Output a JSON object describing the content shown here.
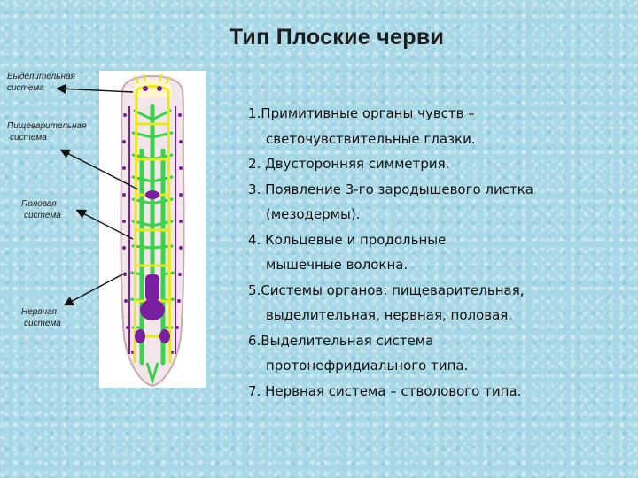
{
  "title": "Тип Плоские черви",
  "labels": {
    "excretory": [
      "Выделительная",
      "система"
    ],
    "digestive": [
      "Пищеварительная",
      "система"
    ],
    "reproductive": [
      "Половая",
      "система"
    ],
    "nervous": [
      "Нервная",
      "система"
    ]
  },
  "facts": [
    {
      "line1": "1.Примитивные органы чувств –",
      "line2": "светочувствительные глазки."
    },
    {
      "line1": "2. Двусторонняя симметрия.",
      "line2": ""
    },
    {
      "line1": "3. Появление 3-го зародышевого листка",
      "line2": "(мезодермы)."
    },
    {
      "line1": "4. Кольцевые и продольные",
      "line2": "мышечные волокна."
    },
    {
      "line1": "5.Системы органов: пищеварительная,",
      "line2": "выделительная, нервная, половая."
    },
    {
      "line1": "6.Выделительная система",
      "line2": "протонефридиального типа."
    },
    {
      "line1": "7. Нервная система – стволового типа.",
      "line2": ""
    }
  ],
  "colors": {
    "background": "#a8d8e6",
    "digestive": "#39d24a",
    "nervous": "#e8e81a",
    "reproductive": "#7a1fa0"
  }
}
